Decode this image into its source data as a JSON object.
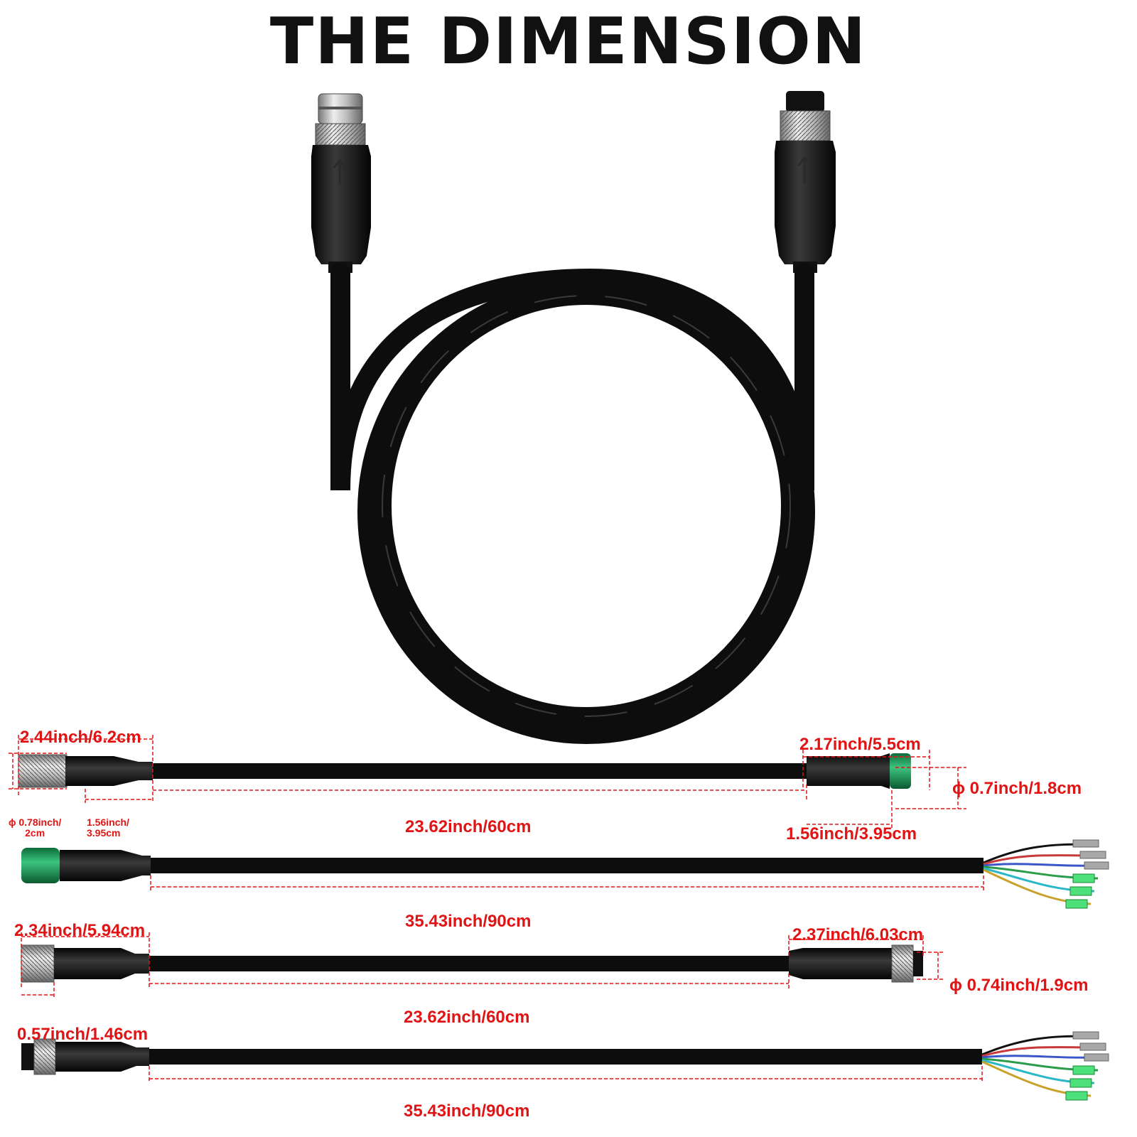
{
  "title": "THE DIMENSION",
  "colors": {
    "dimension_red": "#e01414",
    "cable": "#0d0d0d",
    "connector_green": "#1e9c5a",
    "metal": "#c9c9c9"
  },
  "cable_1": {
    "left_connector_length": "2.44inch/6.2cm",
    "left_diameter": "ϕ 0.78inch/\n2cm",
    "left_body_length": "1.56inch/\n3.95cm",
    "cable_length": "23.62inch/60cm",
    "right_connector_length": "2.17inch/5.5cm",
    "right_body_length": "1.56inch/3.95cm",
    "right_diameter": "ϕ 0.7inch/1.8cm"
  },
  "cable_2": {
    "cable_length": "35.43inch/90cm"
  },
  "cable_3": {
    "left_connector_length": "2.34inch/5.94cm",
    "left_nut_length": "0.57inch/1.46cm",
    "cable_length": "23.62inch/60cm",
    "right_connector_length": "2.37inch/6.03cm",
    "right_diameter": "ϕ 0.74inch/1.9cm"
  },
  "cable_4": {
    "cable_length": "35.43inch/90cm"
  }
}
